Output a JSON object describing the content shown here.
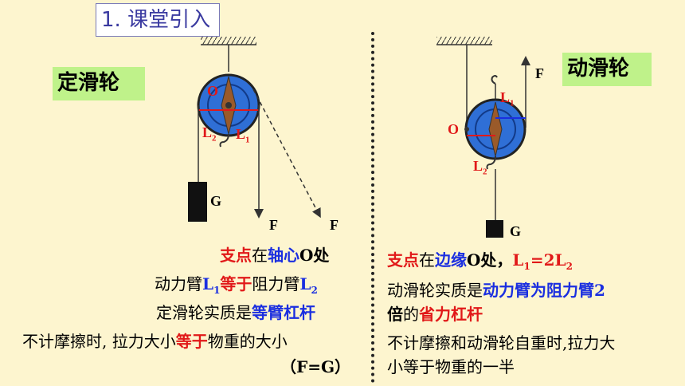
{
  "title": "1. 课堂引入",
  "left": {
    "label": "定滑轮",
    "diagram": {
      "O": "O",
      "L1": "L",
      "L1_sub": "1",
      "L2": "L",
      "L2_sub": "2",
      "G": "G",
      "F1": "F",
      "F2": "F"
    },
    "line1": {
      "a": "支点",
      "b": "在",
      "c": "轴心",
      "d": "O处"
    },
    "line2": {
      "a": "动力臂",
      "b": "L",
      "b_sub": "1",
      "c": "等于",
      "d": "阻力臂",
      "e": "L",
      "e_sub": "2"
    },
    "line3": {
      "a": "定滑轮实质是",
      "b": "等臂杠杆"
    },
    "line4": {
      "a": "不计摩擦时, 拉力大小",
      "b": "等于",
      "c": "物重的大小"
    },
    "line5": "（F=G）"
  },
  "right": {
    "label": "动滑轮",
    "diagram": {
      "O": "O",
      "L1": "L",
      "L1_sub": "1",
      "L2": "L",
      "L2_sub": "2",
      "G": "G",
      "F": "F"
    },
    "line1": {
      "a": "支点",
      "b": "在",
      "c": "边缘",
      "d": "O处，",
      "e": "L",
      "e_sub": "1",
      "f": "=2L",
      "f_sub": "2"
    },
    "line2": {
      "a": "动滑轮实质是",
      "b": "动力臂为阻力臂2"
    },
    "line3": {
      "a": "倍",
      "b": "的",
      "c": "省力杠杆"
    },
    "line4": "不计摩擦和动滑轮自重时,拉力大",
    "line5": "小等于物重的一半"
  },
  "colors": {
    "background": "#fdf5cf",
    "red": "#e11919",
    "blue": "#1a2ee0",
    "green": "#bff28a",
    "pulley": "#2f6fd6"
  }
}
